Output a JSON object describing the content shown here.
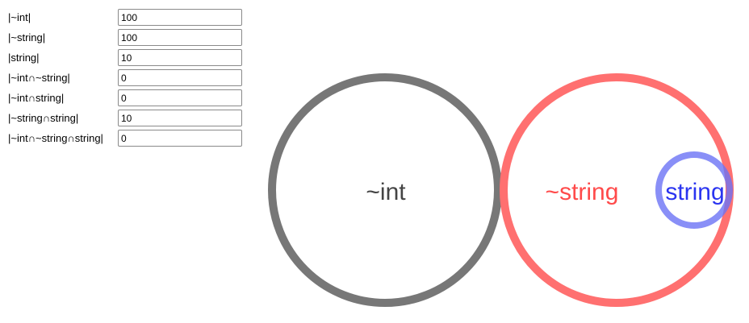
{
  "fields": [
    {
      "label": "|~int|",
      "value": "100"
    },
    {
      "label": "|~string|",
      "value": "100"
    },
    {
      "label": "|string|",
      "value": "10"
    },
    {
      "label": "|~int∩~string|",
      "value": "0"
    },
    {
      "label": "|~int∩string|",
      "value": "0"
    },
    {
      "label": "|~string∩string|",
      "value": "10"
    },
    {
      "label": "|~int∩~string∩string|",
      "value": "0"
    }
  ],
  "venn": {
    "sets": [
      {
        "label": "~int",
        "color": "#777777"
      },
      {
        "label": "~string",
        "color": "#ff7070"
      },
      {
        "label": "string",
        "color": "#6b73f5"
      }
    ],
    "label_colors": {
      "~int": "#444444",
      "~string": "#ff4a4a",
      "string": "#2a34f0"
    }
  }
}
